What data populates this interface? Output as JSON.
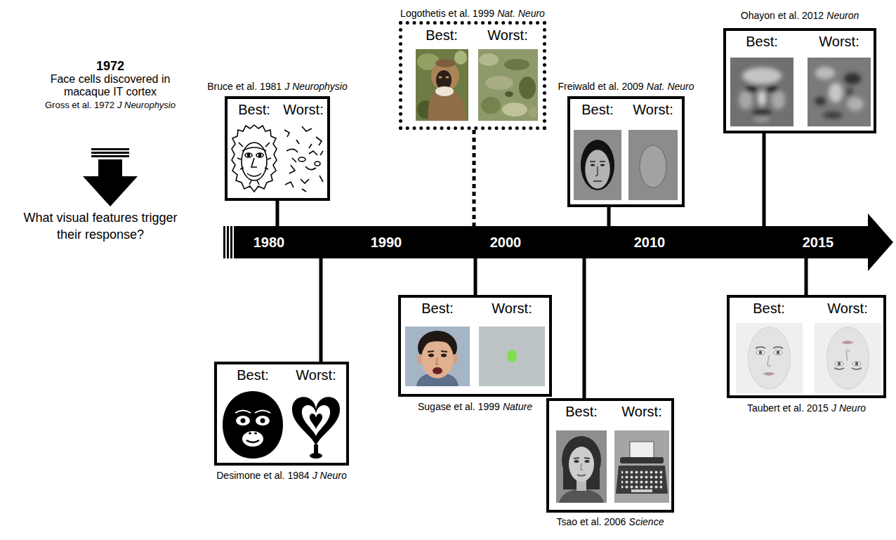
{
  "diagram": {
    "nodes": [
      {
        "text": [
          "1980",
          "1990",
          "2000",
          "2010",
          "2015"
        ]
      },
      {
        "text": [
          "Bruce et al. 1981",
          "J Neurophysio",
          "Best:",
          "Worst:"
        ]
      },
      {
        "text": [
          "Best:",
          "Worst:",
          "Desimone et al. 1984",
          "J Neuro"
        ]
      },
      {
        "text": [
          "Logothetis et al. 1999",
          "Nat. Neuro",
          "Best:",
          "Worst:"
        ]
      },
      {
        "text": [
          "Best:",
          "Worst:",
          "Sugase et al. 1999",
          "Nature"
        ]
      },
      {
        "text": [
          "Best:",
          "Worst:",
          "Tsao et al. 2006",
          "Science"
        ]
      },
      {
        "text": [
          "Freiwald et al. 2009",
          "Nat. Neuro",
          "Best:",
          "Worst:"
        ]
      },
      {
        "text": [
          "Ohayon et al. 2012",
          "Neuron",
          "Best:",
          "Worst:"
        ]
      },
      {
        "text": [
          "Best:",
          "Worst:",
          "Taubert et al. 2015",
          "J Neuro"
        ]
      }
    ],
    "edges": [
      {
        "from": 1,
        "to": 0,
        "arrow": "none"
      },
      {
        "from": 2,
        "to": 0,
        "arrow": "none"
      },
      {
        "from": 3,
        "to": 0,
        "arrow": "none"
      },
      {
        "from": 4,
        "to": 0,
        "arrow": "none"
      },
      {
        "from": 5,
        "to": 0,
        "arrow": "none"
      },
      {
        "from": 6,
        "to": 0,
        "arrow": "none"
      },
      {
        "from": 7,
        "to": 0,
        "arrow": "none"
      },
      {
        "from": 8,
        "to": 0,
        "arrow": "none"
      }
    ],
    "labels": [
      "1972",
      "Face cells discovered in macaque IT cortex",
      "Gross et al. 1972",
      "J Neurophysio",
      "What visual features trigger their response?"
    ]
  }
}
